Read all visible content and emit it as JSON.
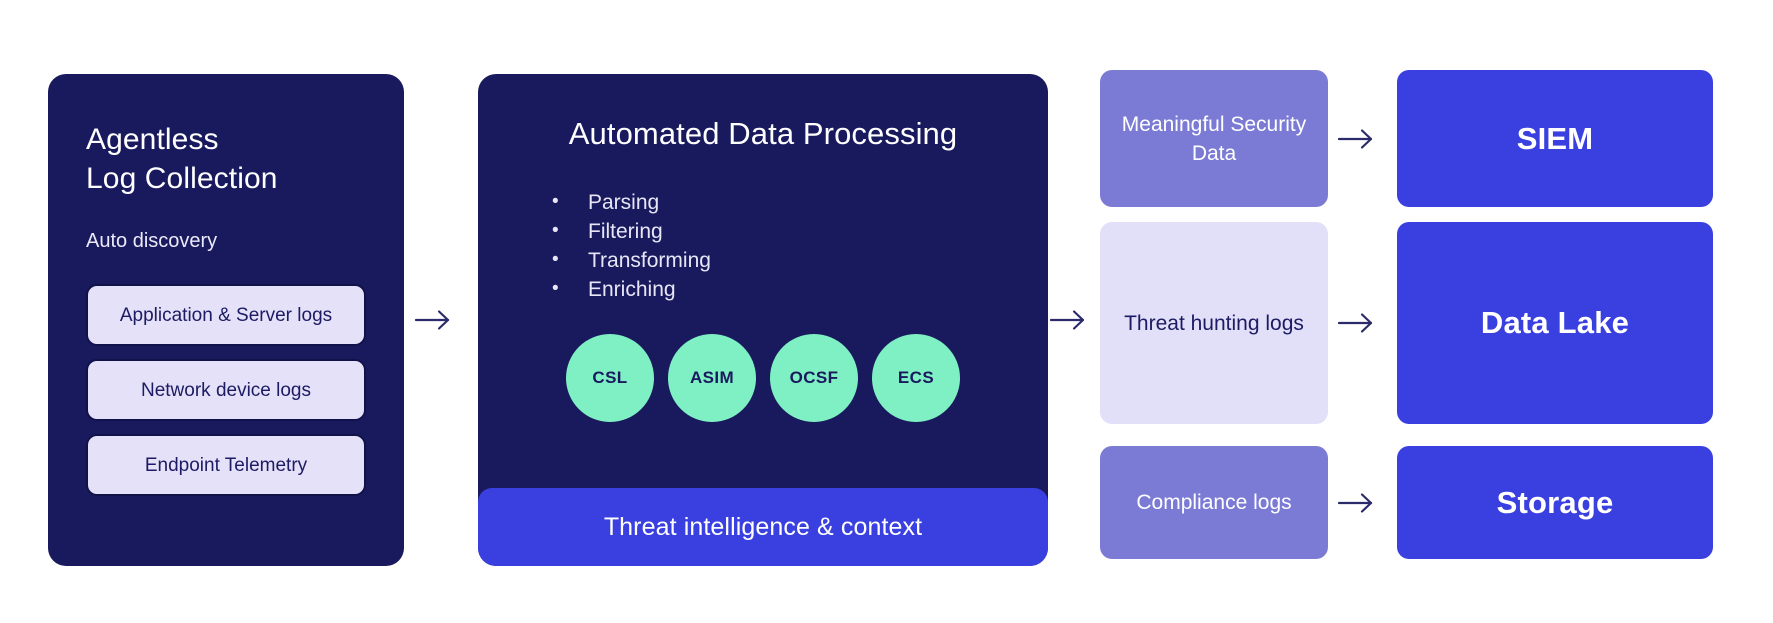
{
  "collection": {
    "title": "Agentless\nLog Collection",
    "subtitle": "Auto discovery",
    "sources": [
      {
        "label": "Application & Server logs"
      },
      {
        "label": "Network device logs"
      },
      {
        "label": "Endpoint Telemetry"
      }
    ]
  },
  "processing": {
    "title": "Automated Data Processing",
    "steps": [
      {
        "label": "Parsing"
      },
      {
        "label": "Filtering"
      },
      {
        "label": "Transforming"
      },
      {
        "label": "Enriching"
      }
    ],
    "schemas": [
      {
        "label": "CSL"
      },
      {
        "label": "ASIM"
      },
      {
        "label": "OCSF"
      },
      {
        "label": "ECS"
      }
    ],
    "footer": "Threat intelligence & context"
  },
  "outputs": [
    {
      "label": "Meaningful\nSecurity Data",
      "style": "solid"
    },
    {
      "label": "Threat hunting\nlogs",
      "style": "light"
    },
    {
      "label": "Compliance\nlogs",
      "style": "solid"
    }
  ],
  "destinations": [
    {
      "label": "SIEM"
    },
    {
      "label": "Data Lake"
    },
    {
      "label": "Storage"
    }
  ],
  "icons": {
    "flow_arrow": "arrow-right-icon"
  },
  "colors": {
    "panel_navy": "#191A5E",
    "royal_blue": "#3A40E0",
    "mint": "#7FF0C3",
    "lavender_light": "#E2DFF9",
    "periwinkle": "#7B7BD6",
    "pill_fill": "#E4E1F8",
    "pill_border": "#12124A",
    "arrow_stroke": "#2B2A6B",
    "background": "#FFFFFF"
  }
}
